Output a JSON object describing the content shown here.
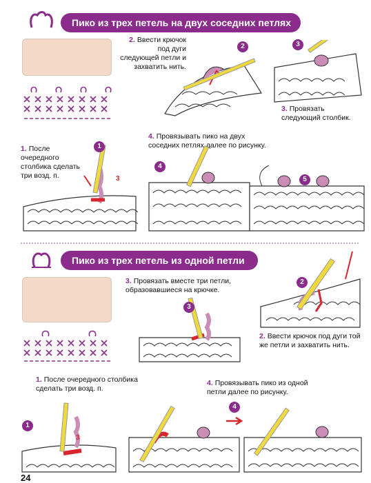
{
  "section1": {
    "title": "Пико из трех петель на двух соседних петлях",
    "step1": {
      "num": "1.",
      "text": "После очередного столбика сделать три возд. п."
    },
    "step2": {
      "num": "2.",
      "text": "Ввести крючок под дуги следующей петли и захватить нить."
    },
    "step3": {
      "num": "3.",
      "text": "Провязать следующий столбик."
    },
    "step4": {
      "num": "4.",
      "text": "Провязывать пико на двух соседних петлях  далее по рисунку."
    },
    "badges": [
      "1",
      "2",
      "3",
      "4",
      "5"
    ],
    "marker": "3"
  },
  "section2": {
    "title": "Пико из трех петель из одной петли",
    "step1": {
      "num": "1.",
      "text": "После очередного столбика сделать три возд. п."
    },
    "step2": {
      "num": "2.",
      "text": "Ввести крючок под дуги той же петли и захватить нить."
    },
    "step3": {
      "num": "3.",
      "text": "Провязать вместе три петли, образовавшиеся на крючке."
    },
    "step4": {
      "num": "4.",
      "text": "Провязывать пико из одной петли далее по рисунку."
    },
    "badges": [
      "1",
      "2",
      "3",
      "4"
    ],
    "marker": "3"
  },
  "page_number": "24",
  "colors": {
    "accent": "#8b2b8c",
    "red": "#d7262d",
    "pink": "#c98db6",
    "yarn": "#f4d8c8",
    "hook": "#f0d93c"
  }
}
